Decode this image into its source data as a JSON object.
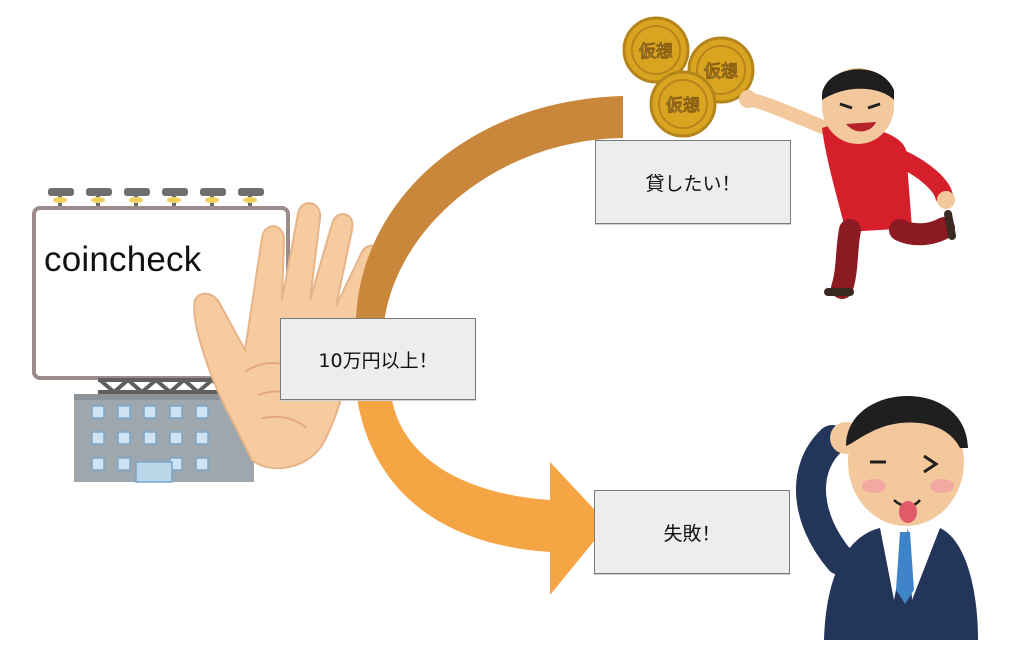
{
  "billboard": {
    "text": "coincheck"
  },
  "coins": {
    "label": "仮想"
  },
  "boxes": {
    "lend": "貸したい！",
    "minimum": "10万円以上！",
    "fail": "失敗！"
  },
  "colors": {
    "arrow_top": "#c8873a",
    "arrow_bottom": "#f6a545",
    "coin": "#d9a520",
    "box_fill": "#ededed",
    "box_border": "#7a7a7a"
  }
}
